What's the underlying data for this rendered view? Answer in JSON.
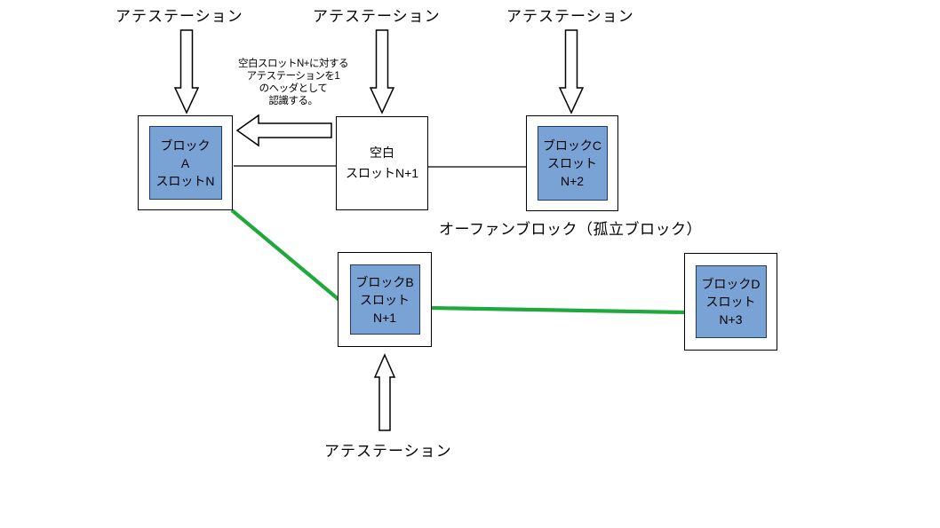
{
  "colors": {
    "node_fill": "#7AA3D5",
    "node_border": "#1F3864",
    "green": "#1FA83C",
    "outline": "#000000"
  },
  "labels": {
    "attestation_top_1": "アテステーション",
    "attestation_top_2": "アテステーション",
    "attestation_top_3": "アテステーション",
    "attestation_bottom": "アテステーション",
    "orphan_caption": "オーファンブロック（孤立ブロック）"
  },
  "note": {
    "lines": [
      "空白スロットN+に対する",
      "アテステーションを1",
      "のヘッダとして",
      "認識する。"
    ]
  },
  "nodes": {
    "block_a": {
      "lines": [
        "ブロック",
        "A",
        "スロットN"
      ]
    },
    "blank_slot": {
      "lines": [
        "空白",
        "スロットN+1"
      ]
    },
    "block_c": {
      "lines": [
        "ブロックC",
        "スロット",
        "N+2"
      ]
    },
    "block_b": {
      "lines": [
        "ブロックB",
        "スロット",
        "N+1"
      ]
    },
    "block_d": {
      "lines": [
        "ブロックD",
        "スロット",
        "N+3"
      ]
    }
  }
}
